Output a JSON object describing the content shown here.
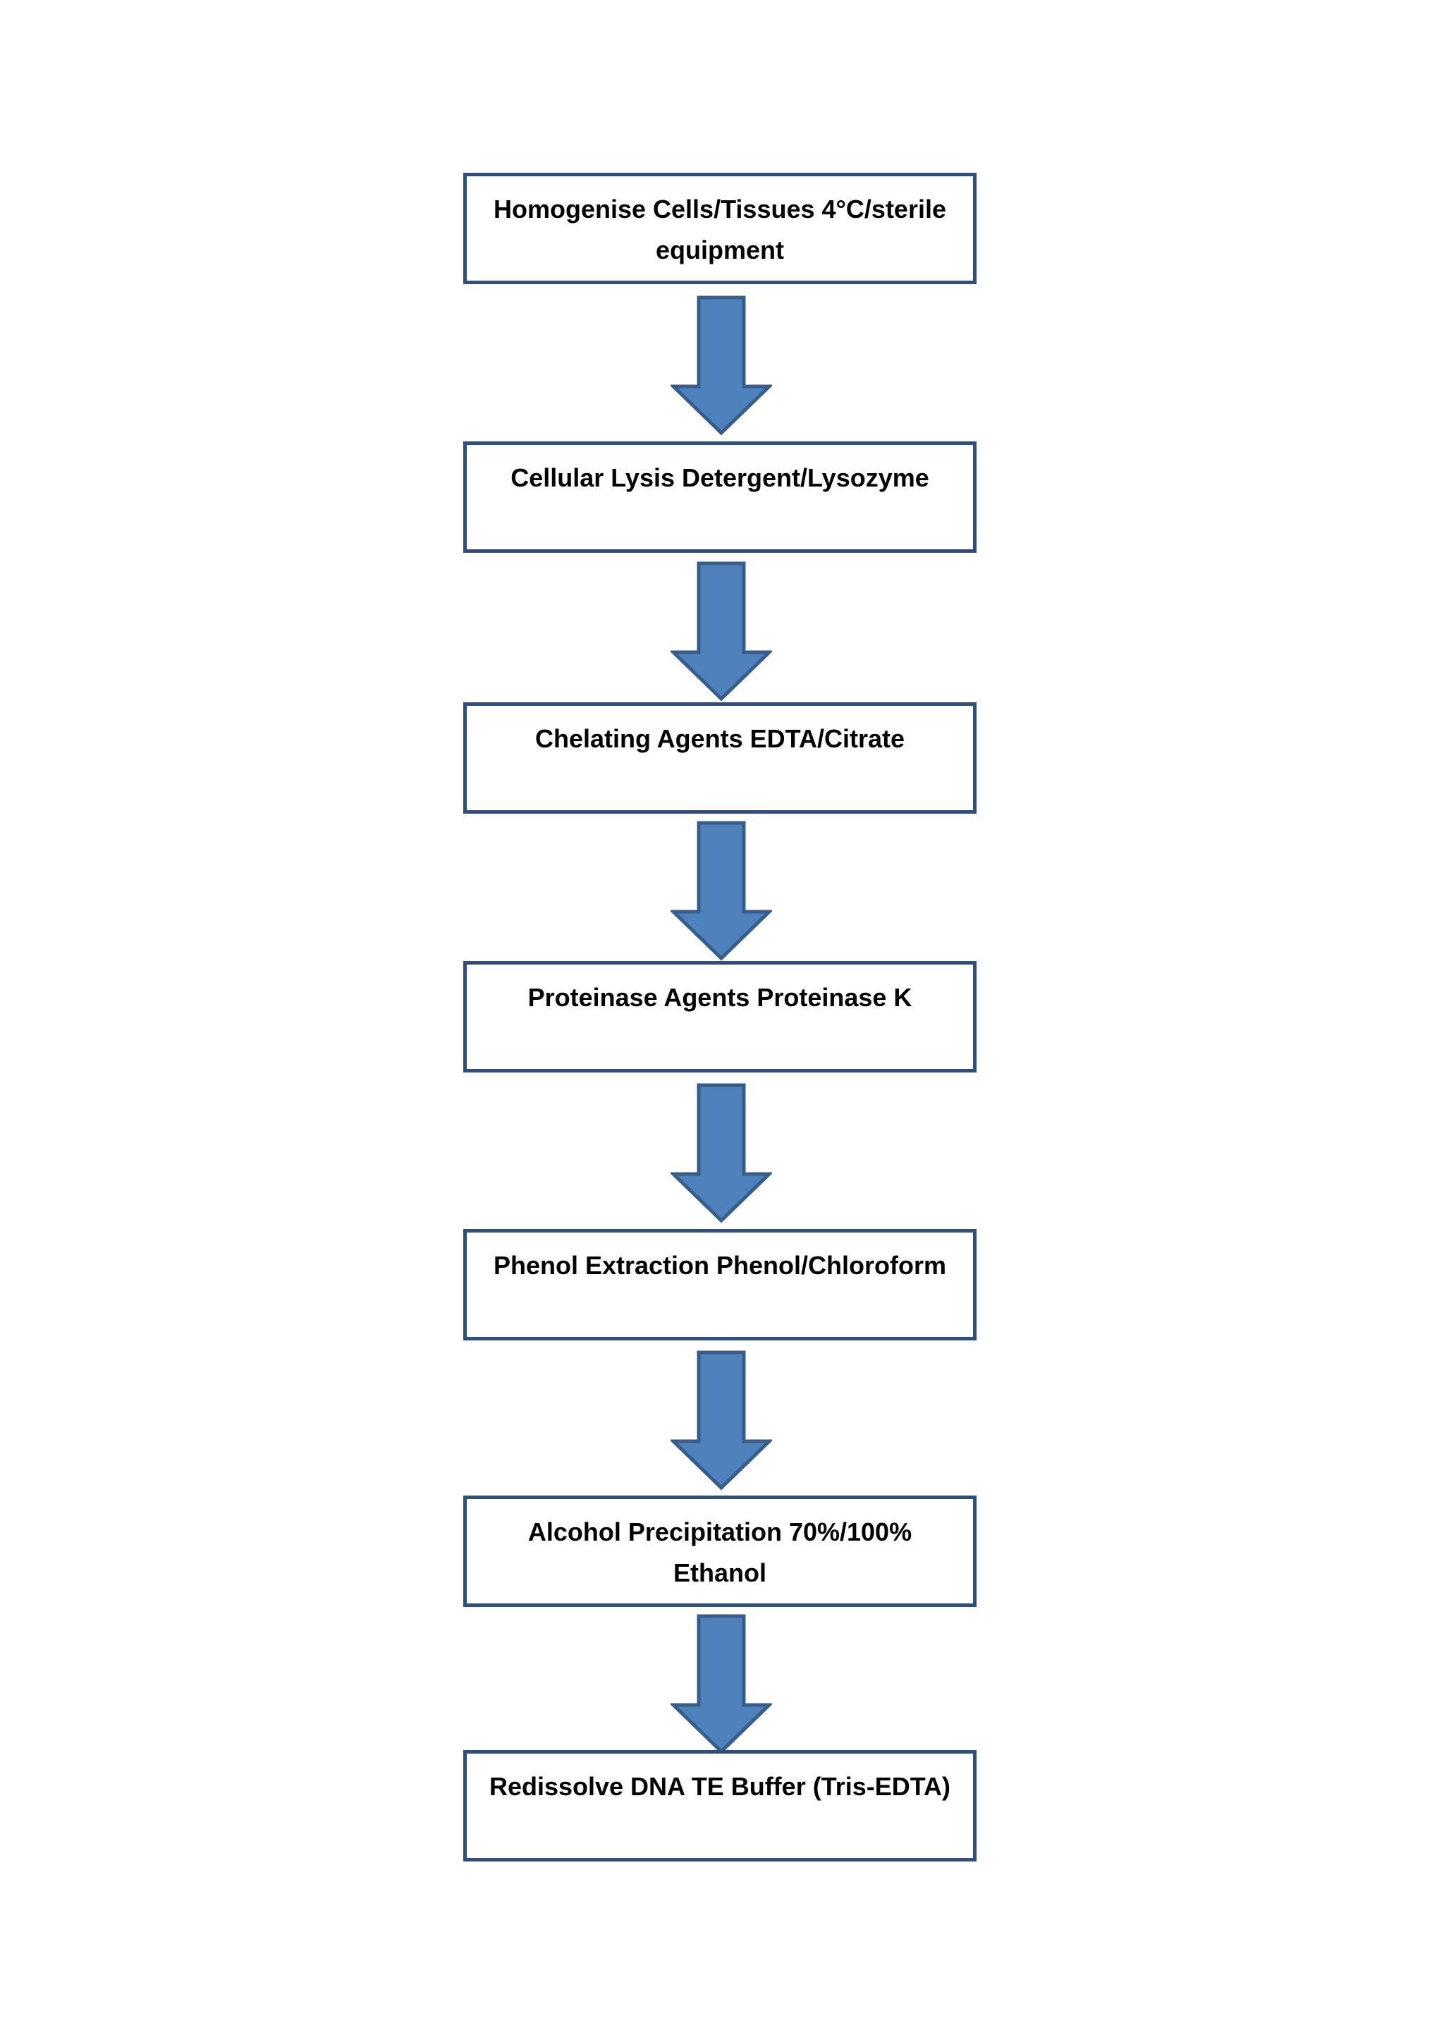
{
  "colors": {
    "box_border": "#2f4f7a",
    "arrow_fill": "#4f81bd",
    "arrow_stroke": "#385d8a",
    "text": "#000000",
    "background": "#ffffff"
  },
  "steps": [
    {
      "label": "Homogenise Cells/Tissues 4°C/sterile equipment"
    },
    {
      "label": "Cellular Lysis Detergent/Lysozyme"
    },
    {
      "label": "Chelating Agents EDTA/Citrate"
    },
    {
      "label": "Proteinase Agents Proteinase K"
    },
    {
      "label": "Phenol Extraction Phenol/Chloroform"
    },
    {
      "label": "Alcohol Precipitation 70%/100% Ethanol"
    },
    {
      "label": "Redissolve DNA TE Buffer (Tris-EDTA)"
    }
  ],
  "arrows": [
    {
      "icon": "down-arrow-icon"
    },
    {
      "icon": "down-arrow-icon"
    },
    {
      "icon": "down-arrow-icon"
    },
    {
      "icon": "down-arrow-icon"
    },
    {
      "icon": "down-arrow-icon"
    },
    {
      "icon": "down-arrow-icon"
    }
  ]
}
